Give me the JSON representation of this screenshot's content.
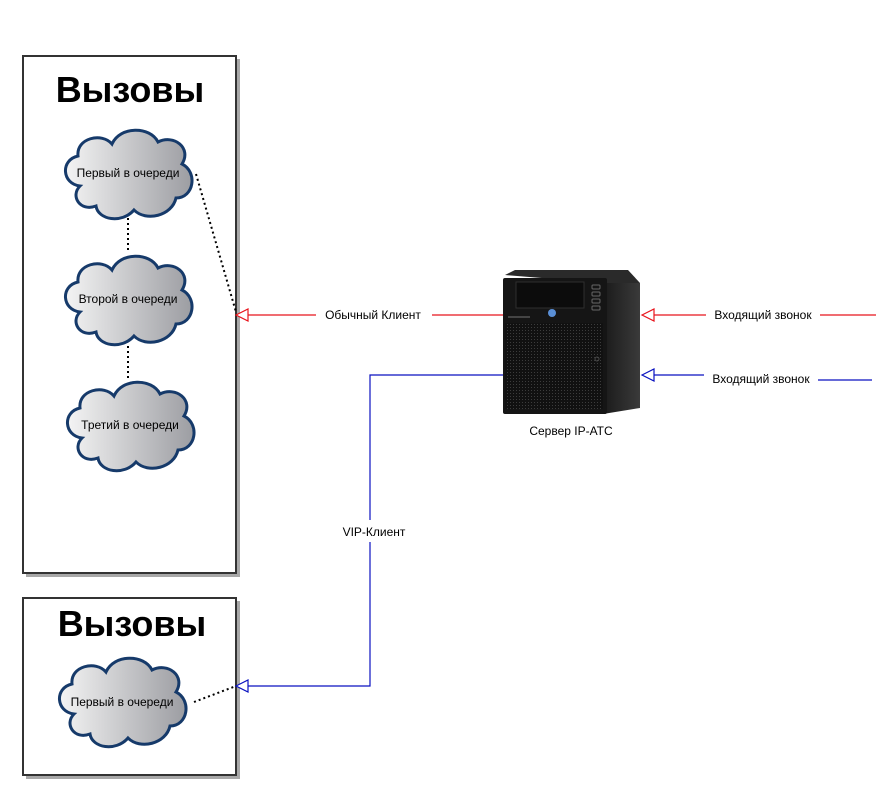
{
  "diagram": {
    "queue_panels": [
      {
        "title": "Вызовы",
        "clouds": [
          "Первый в очереди",
          "Второй в очереди",
          "Третий в очереди"
        ]
      },
      {
        "title": "Вызовы",
        "clouds": [
          "Первый в очереди"
        ]
      }
    ],
    "server": {
      "label": "Сервер IP-АТС"
    },
    "connections": {
      "regular_client": {
        "label": "Обычный Клиент",
        "color": "#e8141c"
      },
      "vip_client": {
        "label": "VIP-Клиент",
        "color": "#0a12c0"
      },
      "incoming_call_1": {
        "label": "Входящий звонок",
        "color": "#e8141c"
      },
      "incoming_call_2": {
        "label": "Входящий звонок",
        "color": "#0a12c0"
      }
    },
    "colors": {
      "cloud_stroke": "#163a6a",
      "panel_border": "#333333",
      "panel_shadow": "#a8a8a8"
    }
  }
}
